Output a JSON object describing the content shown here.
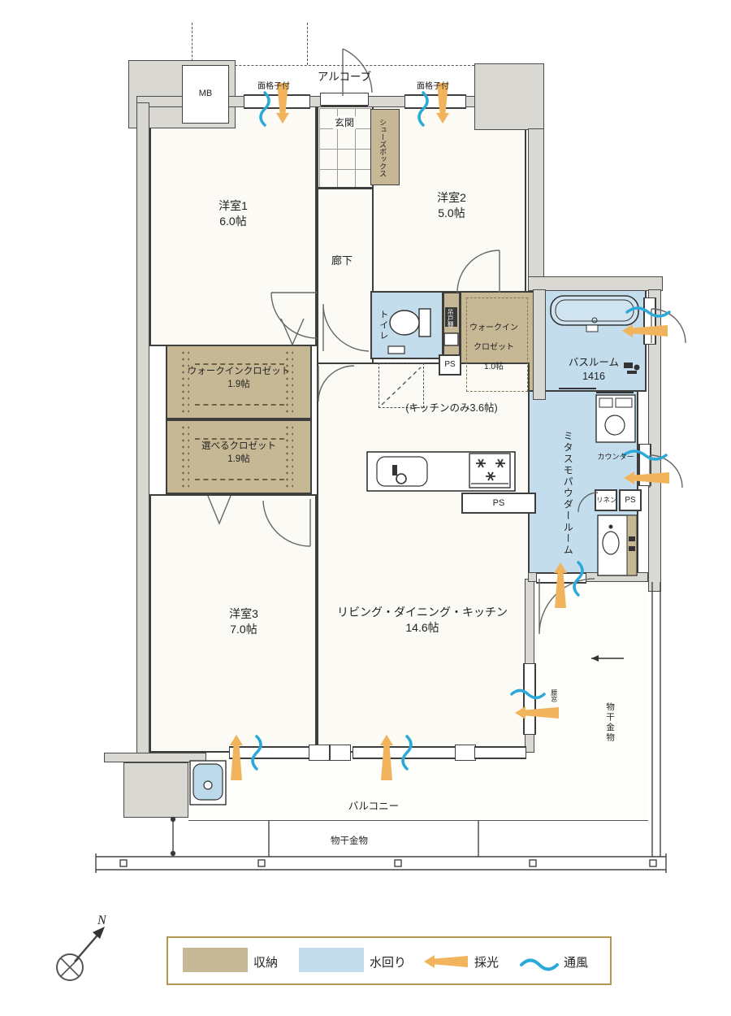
{
  "title": "マンション間取り図",
  "labels": {
    "mb": "MB",
    "alcove": "アルコーブ",
    "grille": "面格子付",
    "entrance": "玄関",
    "shoebox": "シューズボックス",
    "room1_name": "洋室1",
    "room1_size": "6.0帖",
    "room2_name": "洋室2",
    "room2_size": "5.0帖",
    "corridor": "廊下",
    "toilet": "トイレ",
    "hanging_cabinet": "吊戸棚",
    "wic_small_line1": "ウォークイン",
    "wic_small_line2": "クロゼット",
    "wic_small_size": "1.0帖",
    "ps": "PS",
    "bath_name": "バスルーム",
    "bath_size": "1416",
    "wic19_name": "ウォークインクロゼット",
    "wic19_size": "1.9帖",
    "closet_select_name": "選べるクロゼット",
    "closet_select_size": "1.9帖",
    "kitchen_note": "(キッチンのみ3.6帖)",
    "powder_room": "ミタスモパウダールーム",
    "counter": "カウンター",
    "linen": "リネン",
    "room3_name": "洋室3",
    "room3_size": "7.0帖",
    "ldk_name": "リビング・ダイニング・キッチン",
    "ldk_size": "14.6帖",
    "waist_window": "腰窓",
    "drying_hardware_right": "物干金物",
    "balcony": "バルコニー",
    "drying_hardware_bottom": "物干金物",
    "north": "N"
  },
  "legend": {
    "storage": "収納",
    "water": "水回り",
    "daylight": "採光",
    "ventilation": "通風"
  },
  "colors": {
    "storage_tan": "#c6b795",
    "water_blue": "#c3ddec",
    "daylight_orange": "#f1b45c",
    "ventilation_blue": "#2baad9",
    "wall_gray": "#d9d8d3",
    "legend_border": "#b2974e"
  }
}
